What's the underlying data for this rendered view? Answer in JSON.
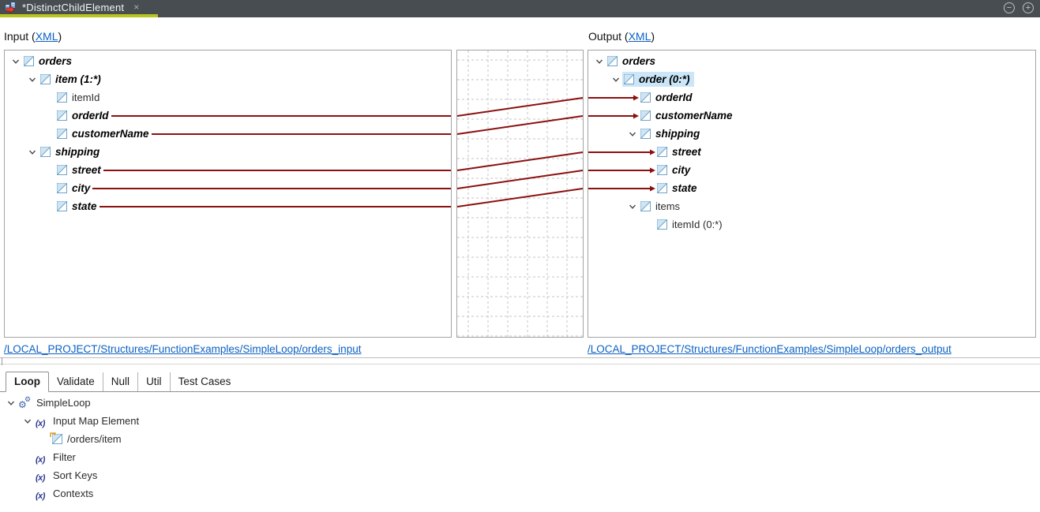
{
  "topbar": {
    "tab_title": "*DistinctChildElement",
    "tab_icon": "mapping-document-icon",
    "close_icon": "×",
    "zoom_out_icon": "−",
    "zoom_in_icon": "+"
  },
  "colors": {
    "accent_red": "#8b1010",
    "selection_blue": "#cbe6f8",
    "link_blue": "#0b61c2",
    "tab_underline_green": "#b9c41e",
    "topbar_bg": "#474d51",
    "icon_blue_border": "#6fa3c8",
    "icon_blue_fill": "#cfe5f4",
    "grid_gray": "#c6c6c6"
  },
  "input": {
    "header_prefix": "Input (",
    "header_link": "XML",
    "header_suffix": ")",
    "path": "/LOCAL_PROJECT/Structures/FunctionExamples/SimpleLoop/orders_input",
    "tree": [
      {
        "id": "in-orders",
        "label": "orders",
        "level": 0,
        "em": true,
        "chevron": true
      },
      {
        "id": "in-item",
        "label": "item (1:*)",
        "level": 1,
        "em": true,
        "chevron": true
      },
      {
        "id": "in-itemId",
        "label": "itemId",
        "level": 2,
        "em": false,
        "chevron": false
      },
      {
        "id": "in-orderId",
        "label": "orderId",
        "level": 2,
        "em": true,
        "chevron": false
      },
      {
        "id": "in-customerName",
        "label": "customerName",
        "level": 2,
        "em": true,
        "chevron": false
      },
      {
        "id": "in-shipping",
        "label": "shipping",
        "level": 1,
        "em": true,
        "chevron": true
      },
      {
        "id": "in-street",
        "label": "street",
        "level": 2,
        "em": true,
        "chevron": false
      },
      {
        "id": "in-city",
        "label": "city",
        "level": 2,
        "em": true,
        "chevron": false
      },
      {
        "id": "in-state",
        "label": "state",
        "level": 2,
        "em": true,
        "chevron": false
      }
    ]
  },
  "output": {
    "header_prefix": "Output (",
    "header_link": "XML",
    "header_suffix": ")",
    "path": "/LOCAL_PROJECT/Structures/FunctionExamples/SimpleLoop/orders_output",
    "tree": [
      {
        "id": "out-orders",
        "label": "orders",
        "level": 0,
        "em": true,
        "chevron": true
      },
      {
        "id": "out-order",
        "label": "order (0:*)",
        "level": 1,
        "em": true,
        "chevron": true,
        "selected": true
      },
      {
        "id": "out-orderId",
        "label": "orderId",
        "level": 2,
        "em": true,
        "chevron": false
      },
      {
        "id": "out-customerName",
        "label": "customerName",
        "level": 2,
        "em": true,
        "chevron": false
      },
      {
        "id": "out-shipping",
        "label": "shipping",
        "level": 2,
        "em": true,
        "chevron": true,
        "chevron_own_slot": true
      },
      {
        "id": "out-street",
        "label": "street",
        "level": 3,
        "em": true,
        "chevron": false
      },
      {
        "id": "out-city",
        "label": "city",
        "level": 3,
        "em": true,
        "chevron": false
      },
      {
        "id": "out-state",
        "label": "state",
        "level": 3,
        "em": true,
        "chevron": false
      },
      {
        "id": "out-items",
        "label": "items",
        "level": 2,
        "em": false,
        "chevron": true,
        "chevron_own_slot": true
      },
      {
        "id": "out-itemId",
        "label": "itemId (0:*)",
        "level": 3,
        "em": false,
        "chevron": false
      }
    ]
  },
  "mappings": [
    {
      "from": "in-orderId",
      "to": "out-orderId"
    },
    {
      "from": "in-customerName",
      "to": "out-customerName"
    },
    {
      "from": "in-street",
      "to": "out-street"
    },
    {
      "from": "in-city",
      "to": "out-city"
    },
    {
      "from": "in-state",
      "to": "out-state"
    }
  ],
  "bottom": {
    "tabs": [
      "Loop",
      "Validate",
      "Null",
      "Util",
      "Test Cases"
    ],
    "active_tab": "Loop",
    "tree": [
      {
        "icon": "gears-icon",
        "label": "SimpleLoop",
        "level": 0,
        "chevron": true
      },
      {
        "icon": "function-icon",
        "label": "Input Map Element",
        "level": 1,
        "chevron": true
      },
      {
        "icon": "element-mapped-icon",
        "label": "/orders/item",
        "level": 2,
        "chevron": false
      },
      {
        "icon": "function-icon",
        "label": "Filter",
        "level": 1,
        "chevron": false
      },
      {
        "icon": "function-icon",
        "label": "Sort Keys",
        "level": 1,
        "chevron": false
      },
      {
        "icon": "function-icon",
        "label": "Contexts",
        "level": 1,
        "chevron": false
      }
    ]
  }
}
